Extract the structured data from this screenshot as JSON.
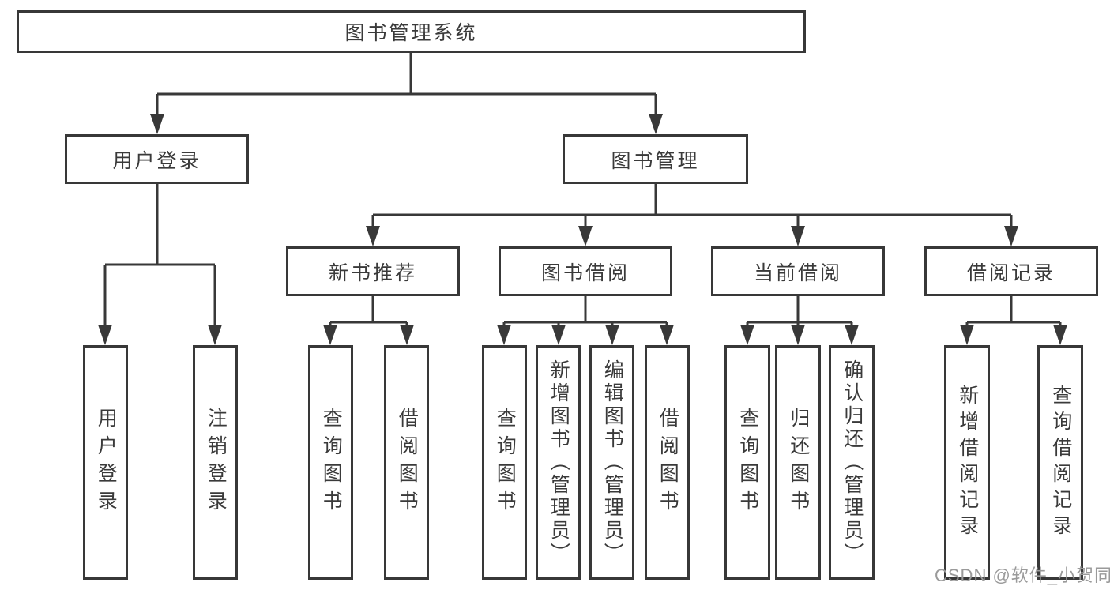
{
  "colors": {
    "line": "#383838",
    "text": "#3a3a3a",
    "watermark": "#9a9a9a"
  },
  "watermark": "CSDN @软件_小贺同学",
  "tree": {
    "root": "图书管理系统",
    "children": [
      {
        "label": "用户登录",
        "children": [
          "用户登录",
          "注销登录"
        ]
      },
      {
        "label": "图书管理",
        "children": [
          {
            "label": "新书推荐",
            "children": [
              "查询图书",
              "借阅图书"
            ]
          },
          {
            "label": "图书借阅",
            "children": [
              "查询图书",
              "新增图书（管理员）",
              "编辑图书（管理员）",
              "借阅图书"
            ]
          },
          {
            "label": "当前借阅",
            "children": [
              "查询图书",
              "归还图书",
              "确认归还（管理员）"
            ]
          },
          {
            "label": "借阅记录",
            "children": [
              "新增借阅记录",
              "查询借阅记录"
            ]
          }
        ]
      }
    ]
  }
}
